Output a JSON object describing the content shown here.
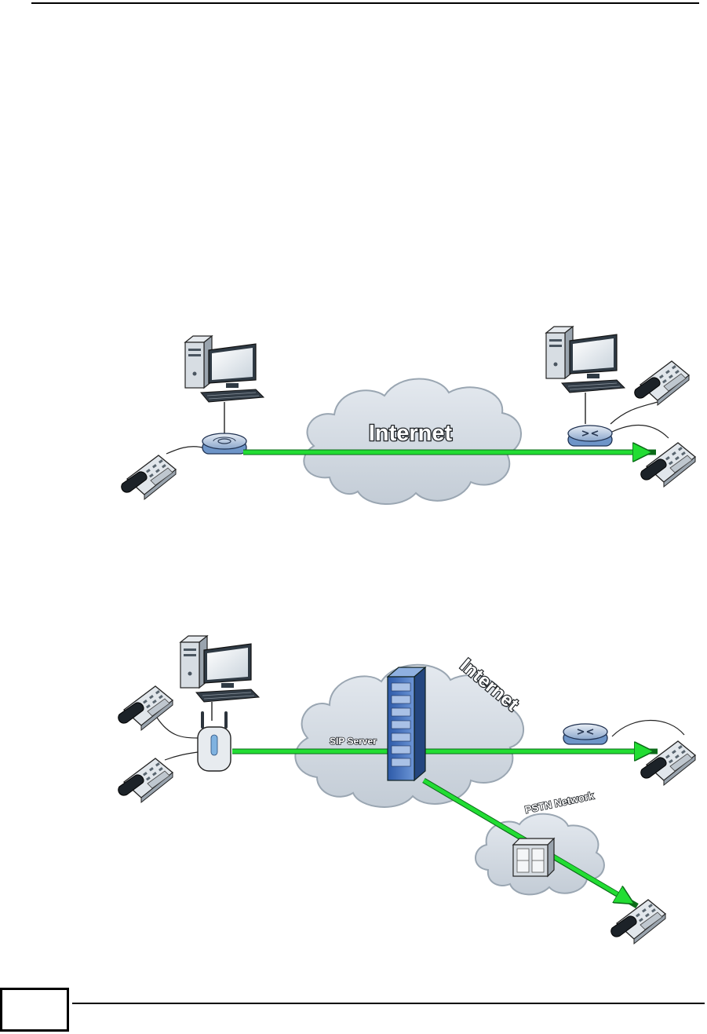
{
  "diagram1": {
    "cloud_label": "Internet"
  },
  "diagram2": {
    "cloud_label": "Internet",
    "server_label": "SIP Server",
    "pstn_label": "PSTN Network"
  },
  "colors": {
    "arrow": "#22dd33",
    "cloud": "#d3dbe4",
    "cloud_outline": "#9aa6b2",
    "device_blue": "#5a86c4",
    "server_blue": "#3a68b8"
  },
  "footer": {
    "page_number": ""
  }
}
